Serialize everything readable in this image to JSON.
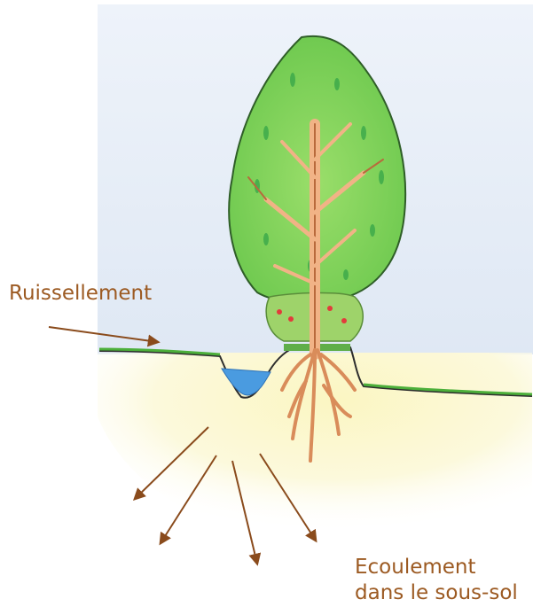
{
  "labels": {
    "runoff": "Ruissellement",
    "subsoil_flow_line1": "Ecoulement",
    "subsoil_flow_line2": "dans le sous-sol"
  },
  "colors": {
    "sky": "#e4ecf6",
    "soil": "#fbf7cc",
    "grass": "#4caf3a",
    "foliage": "#7ed35a",
    "trunk": "#f1b386",
    "water": "#4a9be0",
    "arrow": "#8a4b1c",
    "text": "#9c5a22"
  },
  "icons": [
    "tree-illustration",
    "water-puddle",
    "arrow-icon"
  ]
}
